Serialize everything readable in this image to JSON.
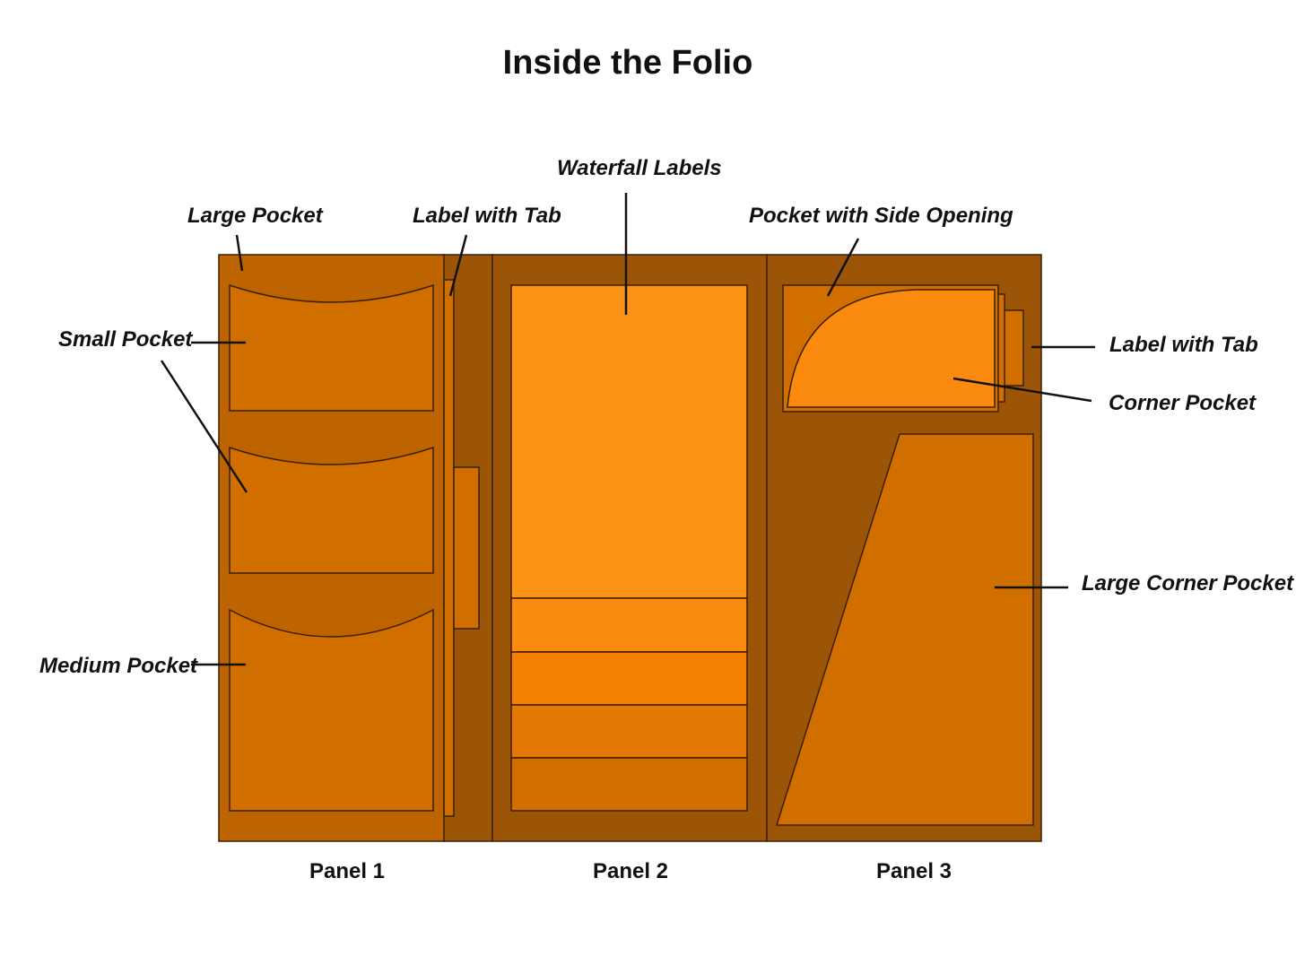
{
  "title": "Inside the Folio",
  "colors": {
    "panel_brown": "#9c5406",
    "pocket_orange": "#d06e00",
    "panel1_bg": "#bd6400",
    "label_bright": "#fb9316",
    "label_mid": "#f48103",
    "outline": "#3a1f05"
  },
  "callouts": {
    "large_pocket": "Large Pocket",
    "label_with_tab_1": "Label with Tab",
    "small_pocket": "Small Pocket",
    "medium_pocket": "Medium Pocket",
    "waterfall_labels": "Waterfall Labels",
    "pocket_side_opening": "Pocket with Side Opening",
    "label_with_tab_2": "Label with Tab",
    "corner_pocket": "Corner Pocket",
    "large_corner_pocket": "Large Corner Pocket"
  },
  "panels": {
    "panel1": "Panel 1",
    "panel2": "Panel 2",
    "panel3": "Panel 3"
  }
}
